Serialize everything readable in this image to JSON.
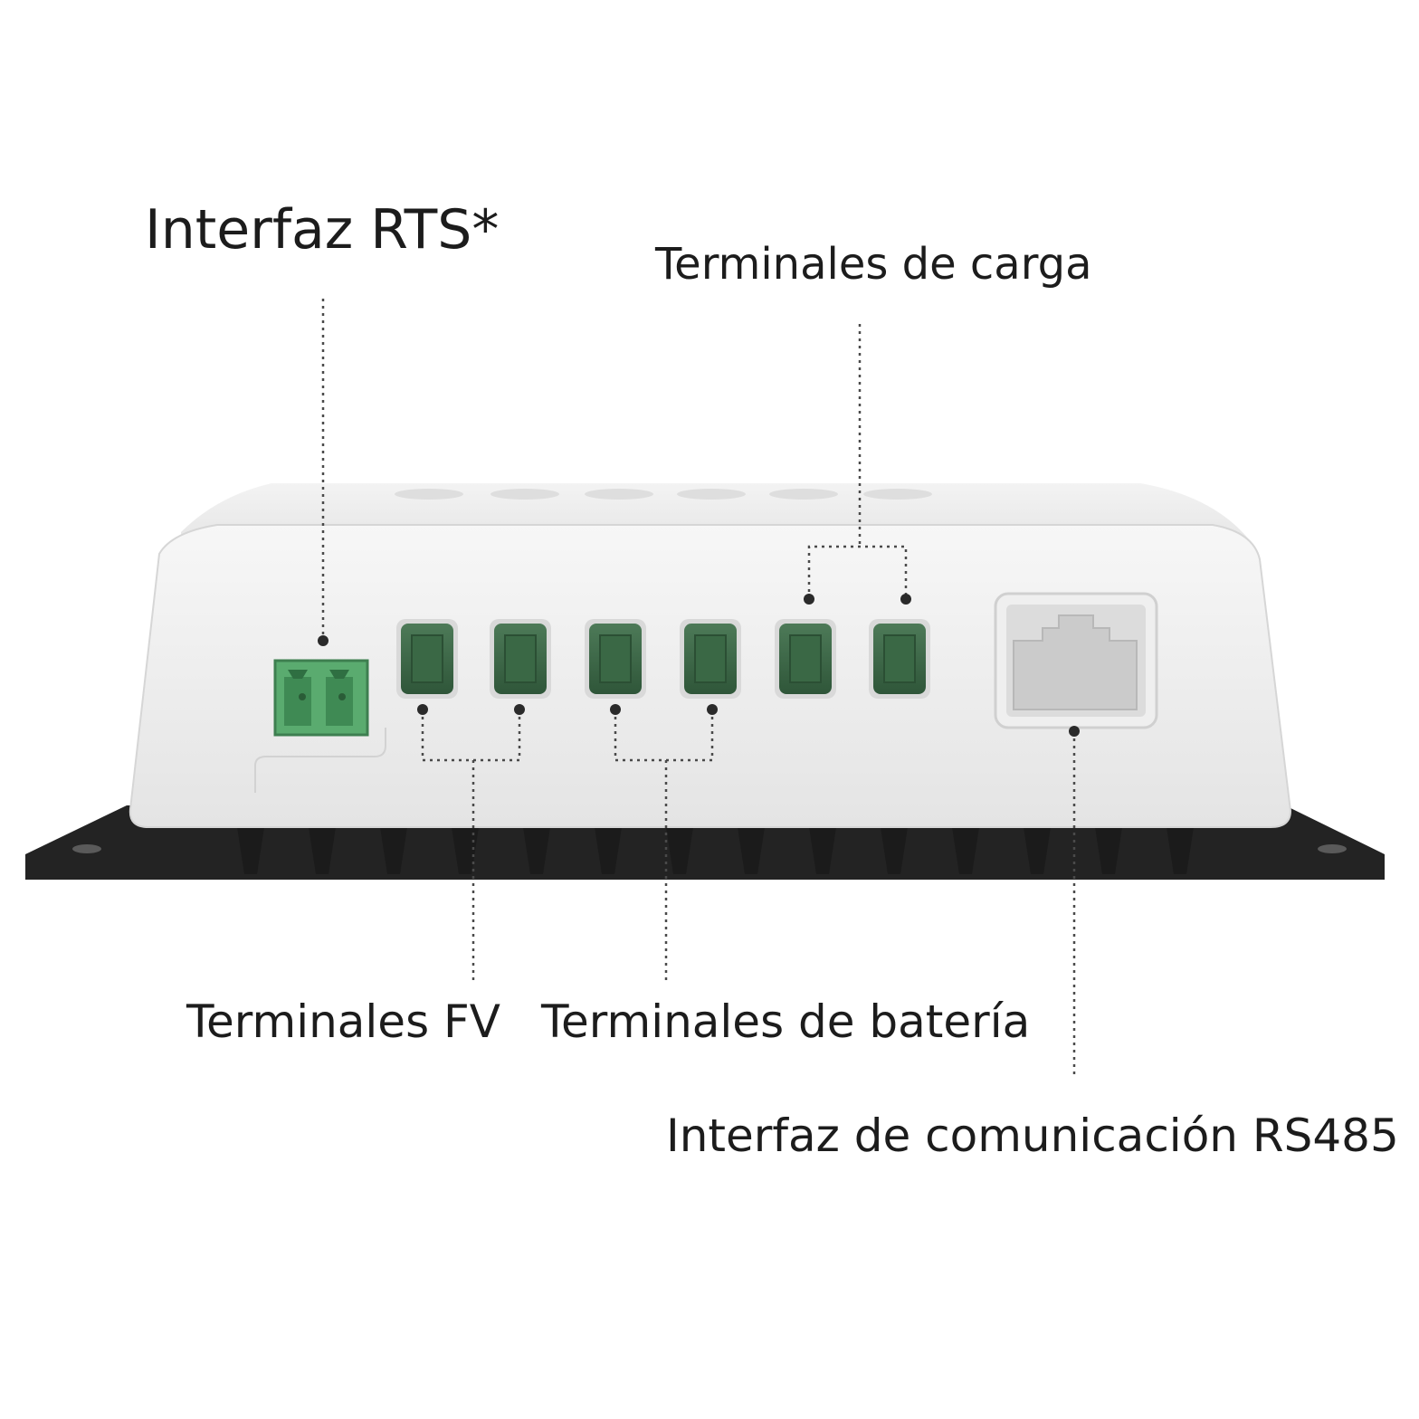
{
  "labels": {
    "rts": "Interfaz RTS*",
    "carga": "Terminales de carga",
    "fv": "Terminales FV",
    "bateria": "Terminales de batería",
    "rs485": "Interfaz de comunicación RS485"
  },
  "colors": {
    "background": "#ffffff",
    "housing": "#ececec",
    "heatsink": "#232323",
    "terminal_green": "#3f6b4a",
    "rts_connector": "#5aab6f",
    "text": "#1c1c1c",
    "leader": "#4a4a4a"
  }
}
